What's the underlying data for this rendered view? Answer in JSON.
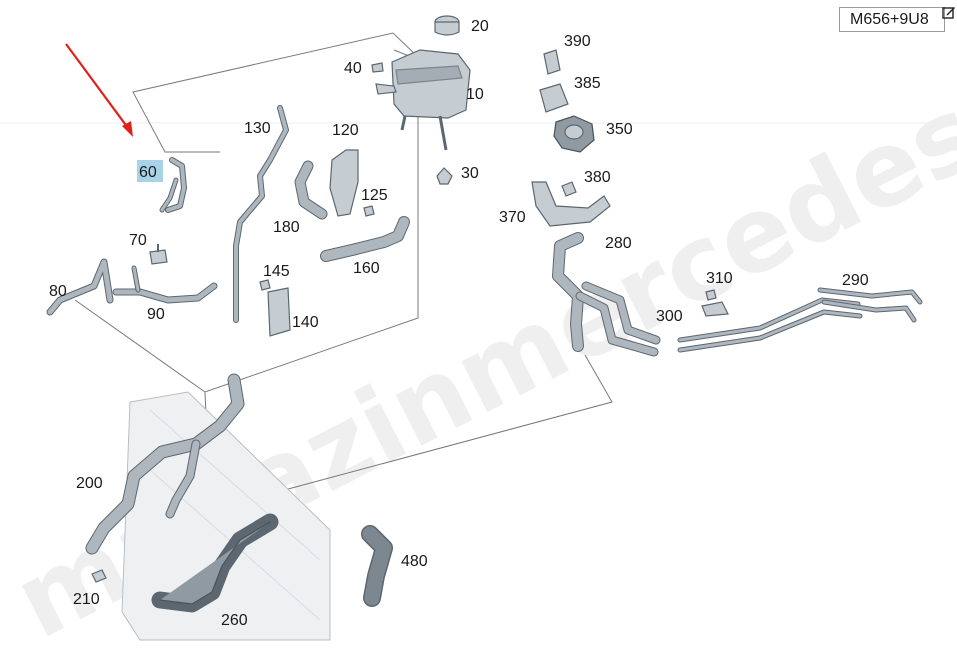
{
  "model_code": "M656+9U8",
  "icons": {
    "edit": "edit-icon",
    "pointer": "red-arrow-icon"
  },
  "watermark": "magazinmercedes.ru",
  "highlight_color": "#a8d3e6",
  "arrow_color": "#e0201c",
  "selected_part": "60",
  "part_labels": {
    "p10": "10",
    "p20": "20",
    "p30": "30",
    "p40": "40",
    "p60": "60",
    "p70": "70",
    "p80": "80",
    "p90": "90",
    "p120": "120",
    "p125": "125",
    "p130": "130",
    "p140": "140",
    "p145": "145",
    "p160": "160",
    "p180": "180",
    "p200": "200",
    "p210": "210",
    "p260": "260",
    "p280": "280",
    "p290": "290",
    "p300": "300",
    "p310": "310",
    "p350": "350",
    "p370": "370",
    "p380": "380",
    "p385": "385",
    "p390": "390",
    "p480": "480"
  }
}
